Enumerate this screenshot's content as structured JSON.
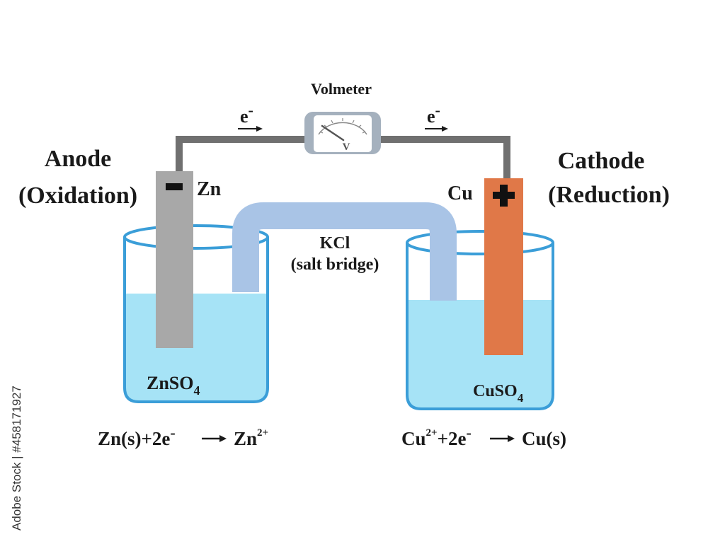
{
  "colors": {
    "solution": "#a6e3f6",
    "beaker_outline": "#3b9ed8",
    "wire": "#707070",
    "zinc": "#a8a8a8",
    "copper": "#e07848",
    "salt_bridge": "#a9c4e6",
    "meter_body": "#a5b1be",
    "meter_face": "#ffffff"
  },
  "icons": {
    "anode_sign": "minus-sign",
    "cathode_sign": "plus-sign",
    "electron_flow": "right-arrow"
  },
  "meter": {
    "title": "Volmeter",
    "unit": "V"
  },
  "electron_left": {
    "symbol": "e",
    "charge": "-"
  },
  "electron_right": {
    "symbol": "e",
    "charge": "-"
  },
  "anode": {
    "title": "Anode",
    "subtitle": "(Oxidation)",
    "metal": "Zn"
  },
  "cathode": {
    "title": "Cathode",
    "subtitle": "(Reduction)",
    "metal": "Cu"
  },
  "salt_bridge": {
    "formula": "KCl",
    "caption": "(salt bridge)"
  },
  "left_solution": {
    "formula": "ZnSO",
    "subscript": "4"
  },
  "right_solution": {
    "formula": "CuSO",
    "subscript": "4"
  },
  "left_reaction": {
    "part1": "Zn(s)+2e",
    "charge": "-",
    "product": "Zn",
    "product_charge": "2+"
  },
  "right_reaction": {
    "reactant": "Cu",
    "reactant_charge": "2+",
    "part2": "+2e",
    "charge": "-",
    "product": "Cu(s)"
  },
  "watermark": {
    "id": "458171927",
    "brand": "Adobe Stock"
  }
}
